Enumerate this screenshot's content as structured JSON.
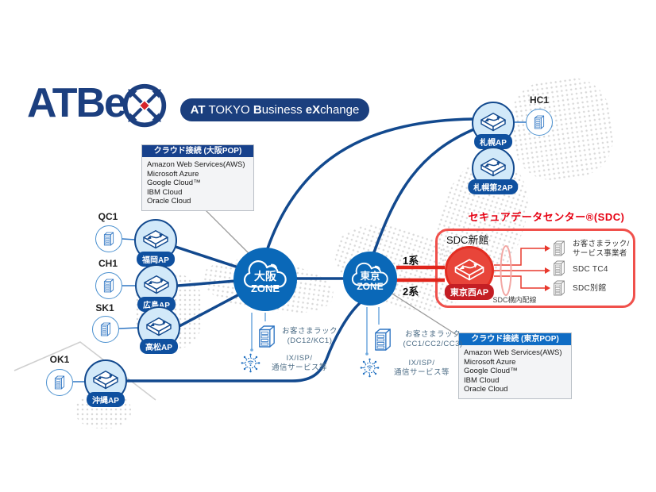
{
  "logo": {
    "wordmark": "ATBe",
    "banner": [
      "AT",
      " TOKYO ",
      "B",
      "usiness ",
      "eX",
      "change"
    ]
  },
  "cloud_osaka": {
    "title": "クラウド接続 (大阪POP)",
    "items": [
      "Amazon Web Services(AWS)",
      "Microsoft Azure",
      "Google Cloud™",
      "IBM Cloud",
      "Oracle Cloud"
    ]
  },
  "cloud_tokyo": {
    "title": "クラウド接続 (東京POP)",
    "items": [
      "Amazon Web Services(AWS)",
      "Microsoft Azure",
      "Google Cloud™",
      "IBM Cloud",
      "Oracle Cloud"
    ]
  },
  "zones": {
    "osaka": {
      "name": "大阪",
      "suffix": "ZONE"
    },
    "tokyo": {
      "name": "東京",
      "suffix": "ZONE"
    }
  },
  "aps": {
    "fukuoka": "福岡AP",
    "hiroshima": "広島AP",
    "takamatsu": "高松AP",
    "okinawa": "沖縄AP",
    "sapporo": "札幌AP",
    "sapporo2": "札幌第2AP",
    "tokyo_west": "東京西AP"
  },
  "sites": {
    "qc1": "QC1",
    "ch1": "CH1",
    "sk1": "SK1",
    "ok1": "OK1",
    "hc1": "HC1"
  },
  "links": {
    "kei1": "1系",
    "kei2": "2系"
  },
  "racks": {
    "osaka": {
      "name": "お客さまラック",
      "code": "(DC12/KC1)"
    },
    "tokyo": {
      "name": "お客さまラック",
      "code": "(CC1/CC2/CC3)"
    }
  },
  "ix": {
    "line1": "IX/ISP/",
    "line2": "通信サービス等"
  },
  "sdc": {
    "title": "セキュアデータセンター®(SDC)",
    "building": "SDC新館",
    "wiring": "SDC構内配線",
    "targets": [
      {
        "line1": "お客さまラック/",
        "line2": "サービス事業者"
      },
      {
        "line1": "SDC TC4",
        "line2": ""
      },
      {
        "line1": "SDC別館",
        "line2": ""
      }
    ]
  },
  "colors": {
    "navy": "#12498e",
    "zone_blue": "#0a68b8",
    "ap_fill": "#d2e9f9",
    "pill_navy": "#0f509f",
    "red": "#e32d22",
    "red_dark": "#c41e24",
    "red_border": "#f0504b",
    "red_title": "#e60012",
    "gray_line": "#9a9a9a",
    "map_dots": "#d9d9d9",
    "header_osaka": "#17418c",
    "header_tokyo": "#0f6cc4"
  }
}
